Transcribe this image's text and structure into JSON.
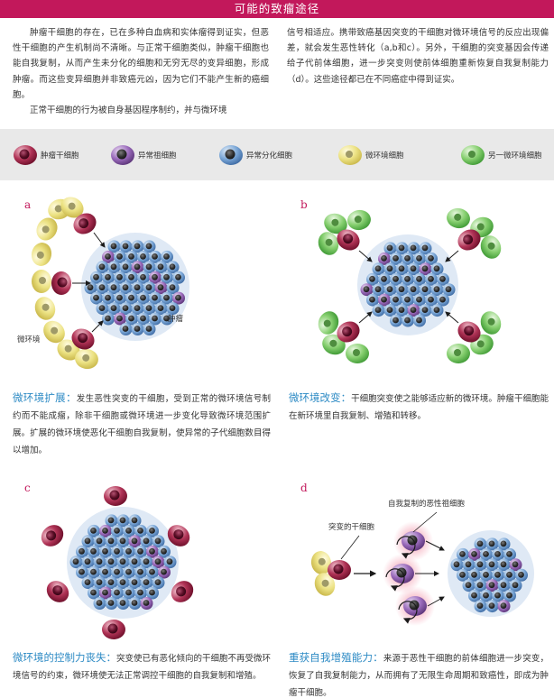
{
  "page": {
    "title": "可能的致瘤途径"
  },
  "intro": {
    "left_p1": "肿瘤干细胞的存在，已在多种白血病和实体瘤得到证实，但恶性干细胞的产生机制尚不清晰。与正常干细胞类似，肿瘤干细胞也能自我复制，从而产生未分化的细胞和无穷无尽的变异细胞，形成肿瘤。而这些变异细胞并非致癌元凶，因为它们不能产生新的癌细胞。",
    "left_p2": "正常干细胞的行为被自身基因程序制约，并与微环境",
    "right_p1": "信号相适应。携带致癌基因突变的干细胞对微环境信号的反应出现偏差，就会发生恶性转化（a,b和c）。另外，干细胞的突变基因会传递给子代前体细胞，进一步突变则使前体细胞重新恢复自我复制能力（d）。这些途径都已在不同癌症中得到证实。"
  },
  "legend": [
    {
      "label": "肿瘤干细胞",
      "color": "#8a1538",
      "icon": "tumor-stem-cell-icon"
    },
    {
      "label": "异常祖细胞",
      "color": "#7b4a9b",
      "icon": "abnormal-progenitor-icon"
    },
    {
      "label": "异常分化细胞",
      "color": "#3d75b8",
      "icon": "abnormal-diff-cell-icon"
    },
    {
      "label": "微环境细胞",
      "color": "#e2d55e",
      "icon": "niche-cell-icon"
    },
    {
      "label": "另一微环境细胞",
      "color": "#6cc057",
      "icon": "other-niche-cell-icon"
    }
  ],
  "panels": {
    "a": {
      "letter": "a",
      "label_niche": "微环境",
      "label_tumor": "肿瘤"
    },
    "b": {
      "letter": "b"
    },
    "c": {
      "letter": "c"
    },
    "d": {
      "letter": "d",
      "label_progenitor": "自我复制的恶性祖细胞",
      "label_mutant": "突变的干细胞"
    }
  },
  "captions": {
    "a": {
      "head": "微环境扩展：",
      "body": "发生恶性突变的干细胞，受到正常的微环境信号制约而不能成瘤，除非干细胞或微环境进一步变化导致微环境范围扩展。扩展的微环境使恶化干细胞自我复制，使异常的子代细胞数目得以增加。"
    },
    "b": {
      "head": "微环境改变：",
      "body": "干细胞突变使之能够适应新的微环境。肿瘤干细胞能在新环境里自我复制、增殖和转移。"
    },
    "c": {
      "head": "微环境的控制力丧失：",
      "body": "突变使已有恶化倾向的干细胞不再受微环境信号的约束，微环境使无法正常调控干细胞的自我复制和增殖。"
    },
    "d": {
      "head": "重获自我增殖能力：",
      "body": "来源于恶性干细胞的前体细胞进一步突变，恢复了自我复制能力，从而拥有了无限生命周期和致癌性，即成为肿瘤干细胞。"
    }
  }
}
